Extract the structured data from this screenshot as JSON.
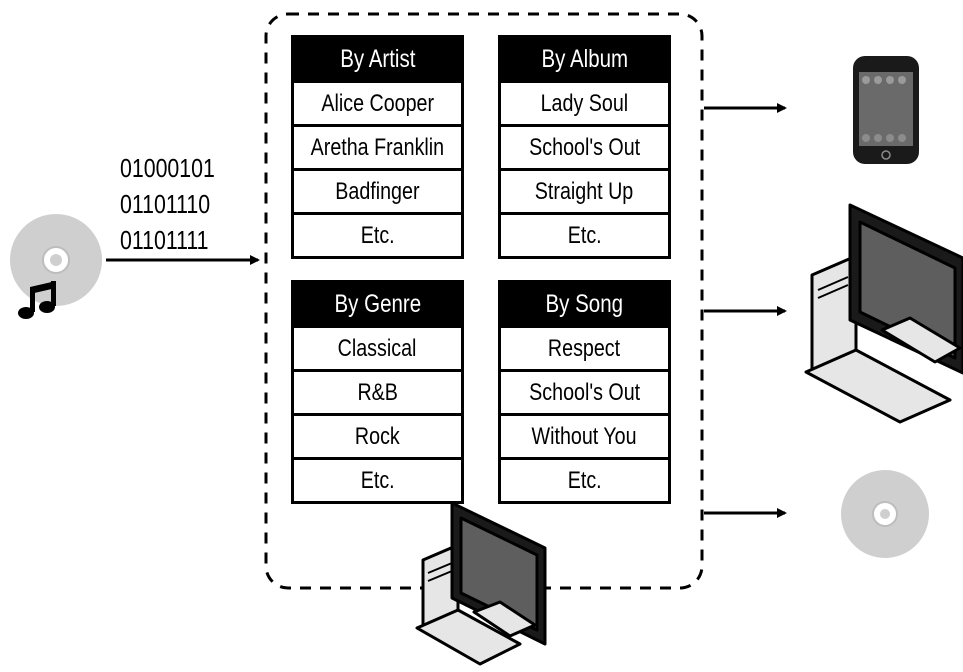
{
  "binary_lines": [
    "01000101",
    "01101110",
    "01101111"
  ],
  "tables": [
    {
      "header": "By Artist",
      "rows": [
        "Alice Cooper",
        "Aretha Franklin",
        "Badfinger",
        "Etc."
      ]
    },
    {
      "header": "By Album",
      "rows": [
        "Lady Soul",
        "School's Out",
        "Straight Up",
        "Etc."
      ]
    },
    {
      "header": "By Genre",
      "rows": [
        "Classical",
        "R&B",
        "Rock",
        "Etc."
      ]
    },
    {
      "header": "By Song",
      "rows": [
        "Respect",
        "School's Out",
        "Without You",
        "Etc."
      ]
    }
  ],
  "icons": {
    "source": [
      "cd-icon",
      "music-note-icon"
    ],
    "center": "desktop-computer-icon",
    "outputs": [
      "smartphone-icon",
      "desktop-computer-icon",
      "cd-icon"
    ]
  },
  "colors": {
    "ink": "#000000",
    "disc": "#cfcfcf",
    "screen": "#5a5a5a",
    "device": "#e6e6e6"
  }
}
